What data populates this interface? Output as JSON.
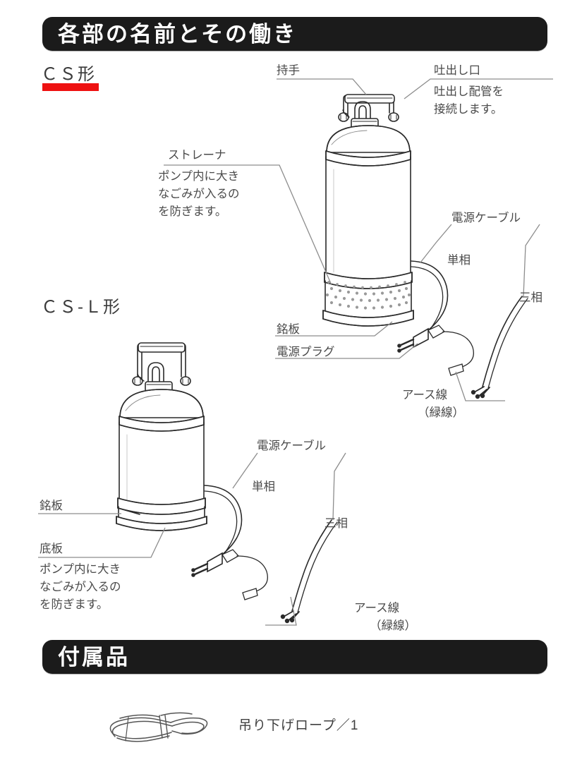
{
  "sections": {
    "parts": {
      "banner_title": "各部の名前とその働き"
    },
    "accessories": {
      "banner_title": "付属品"
    }
  },
  "models": {
    "cs": {
      "title": "ＣＳ形",
      "accent_color": "#ee1111"
    },
    "csl": {
      "title": "ＣＳ-Ｌ形"
    }
  },
  "cs_diagram": {
    "handle": {
      "label": "持手"
    },
    "discharge": {
      "label": "吐出し口",
      "desc_line1": "吐出し配管を",
      "desc_line2": "接続します。"
    },
    "strainer": {
      "label": "ストレーナ",
      "desc_line1": "ポンプ内に大き",
      "desc_line2": "なごみが入るの",
      "desc_line3": "を防ぎます。"
    },
    "power_cable": {
      "label": "電源ケーブル"
    },
    "single_phase": {
      "label": "単相"
    },
    "three_phase": {
      "label": "三相"
    },
    "nameplate": {
      "label": "銘板"
    },
    "power_plug": {
      "label": "電源プラグ"
    },
    "earth_wire": {
      "label": "アース線",
      "sub": "（緑線）"
    }
  },
  "csl_diagram": {
    "power_cable": {
      "label": "電源ケーブル"
    },
    "single_phase": {
      "label": "単相"
    },
    "three_phase": {
      "label": "三相"
    },
    "nameplate": {
      "label": "銘板"
    },
    "bottom_plate": {
      "label": "底板",
      "desc_line1": "ポンプ内に大き",
      "desc_line2": "なごみが入るの",
      "desc_line3": "を防ぎます。"
    },
    "earth_wire": {
      "label": "アース線",
      "sub": "（緑線）"
    }
  },
  "accessory_items": [
    {
      "name": "吊り下げロープ／1",
      "icon": "rope-coil-icon"
    }
  ]
}
